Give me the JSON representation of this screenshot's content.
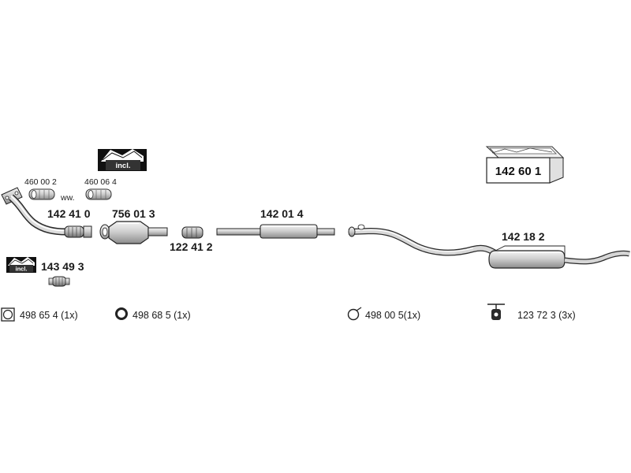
{
  "kit_box": {
    "part_number": "142 60 1"
  },
  "incl_badges": {
    "top": "incl.",
    "left": "incl."
  },
  "parts": {
    "gasket_a": "460 00 2",
    "gasket_b": "460 06 4",
    "ww_note": "ww.",
    "front_pipe": "142 41 0",
    "catalyst": "756 01 3",
    "connector": "122 41 2",
    "middle_silencer": "142 01 4",
    "rear_silencer": "142 18 2",
    "mounting_kit": "143 49 3"
  },
  "legend": [
    {
      "icon": "square-gasket-icon",
      "label": "498 65 4 (1x)"
    },
    {
      "icon": "ring-gasket-icon",
      "label": "498 68 5 (1x)"
    },
    {
      "icon": "clamp-ring-icon",
      "label": "498 00 5(1x)"
    },
    {
      "icon": "rubber-hanger-icon",
      "label": "123 72 3 (3x)"
    }
  ]
}
